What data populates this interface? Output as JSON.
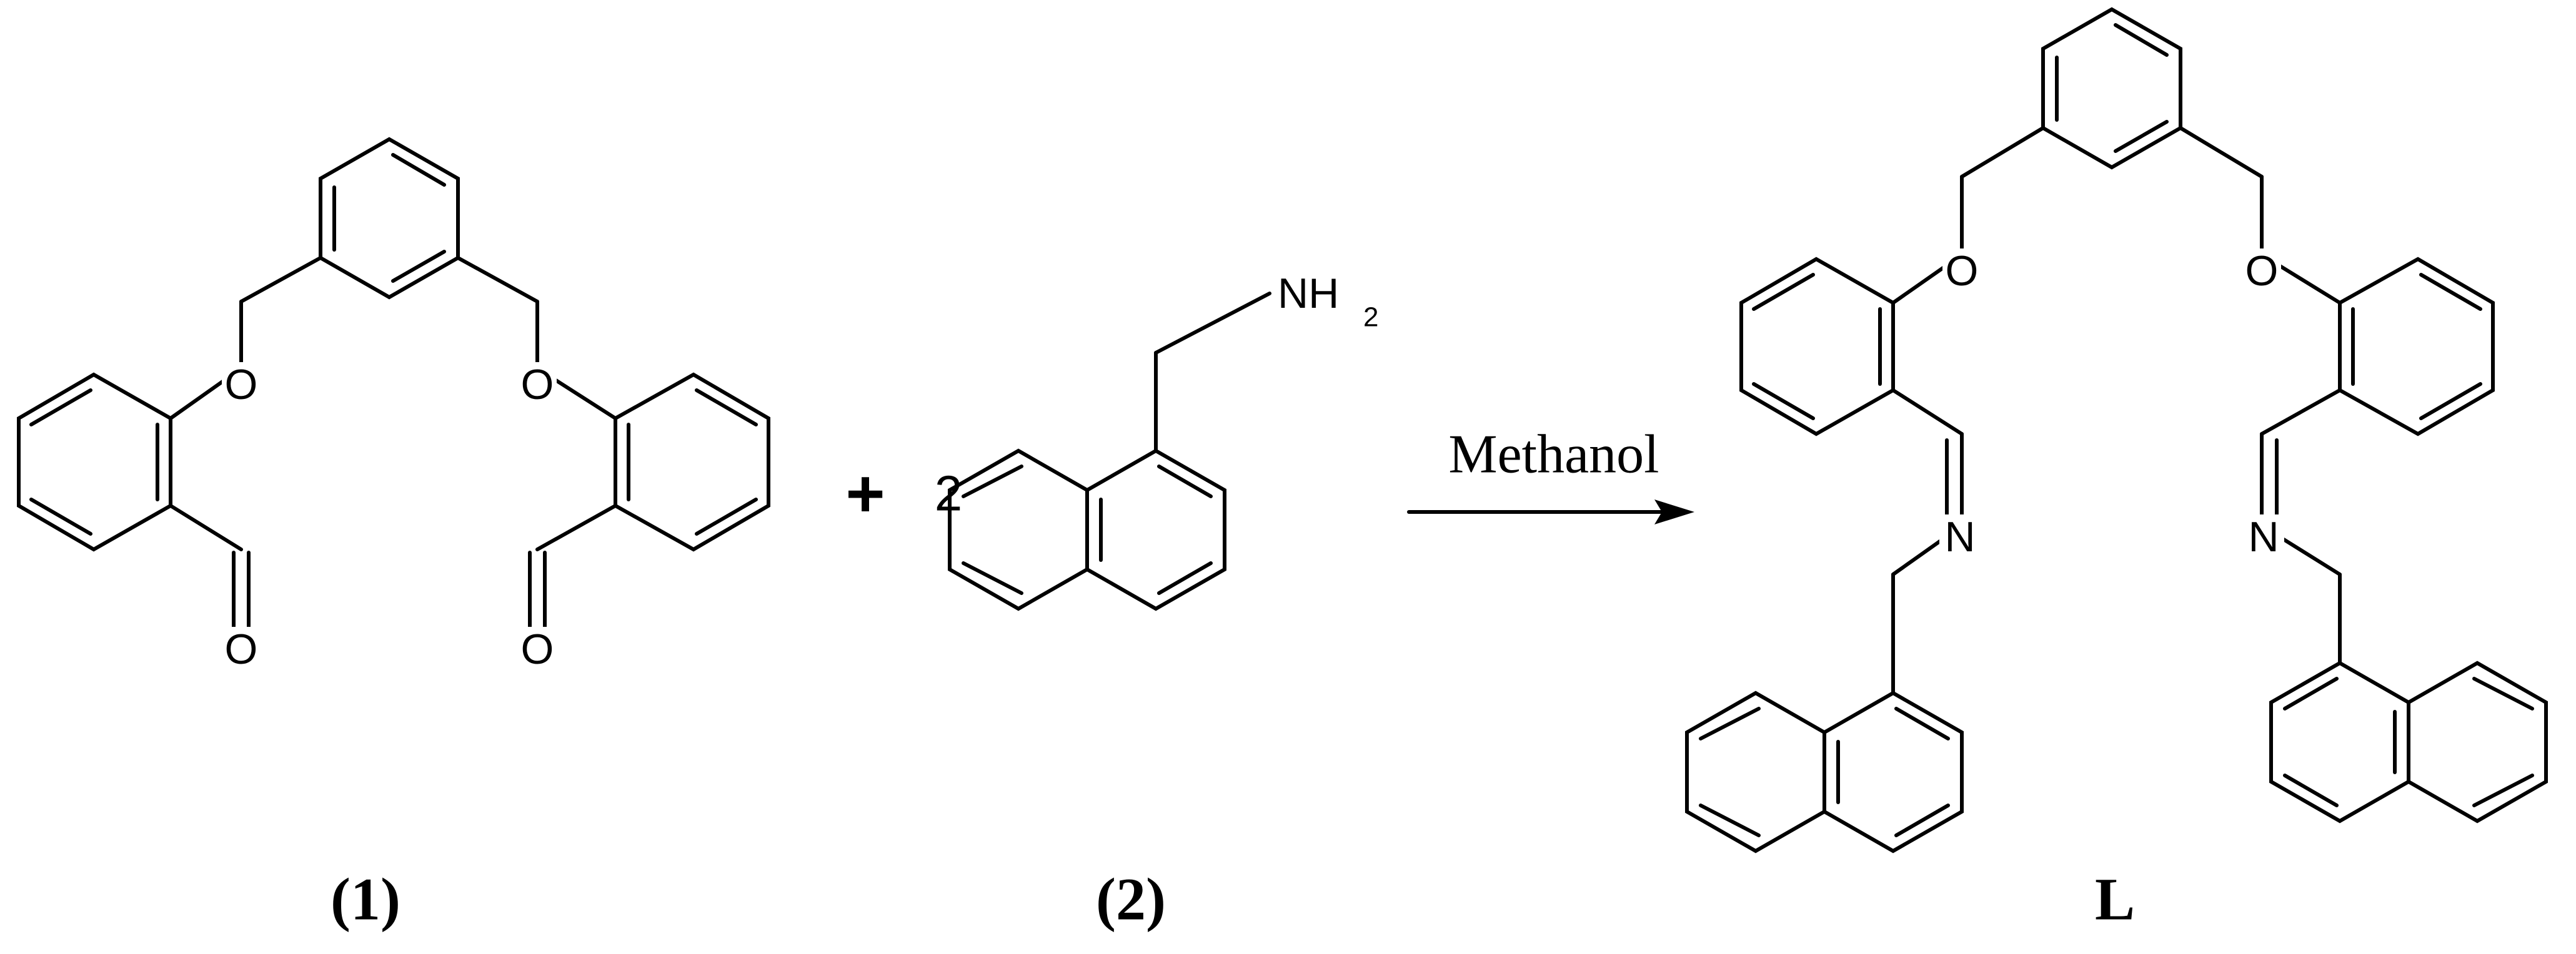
{
  "reaction": {
    "reagent_1": {
      "label": "(1)"
    },
    "reagent_2": {
      "label": "(2)",
      "coefficient": "2",
      "amine_N": "NH",
      "amine_sub": "2"
    },
    "product": {
      "label": "L"
    },
    "plus_sign": "+",
    "condition": "Methanol"
  },
  "atoms": {
    "oxygen": "O",
    "nitrogen": "N"
  }
}
